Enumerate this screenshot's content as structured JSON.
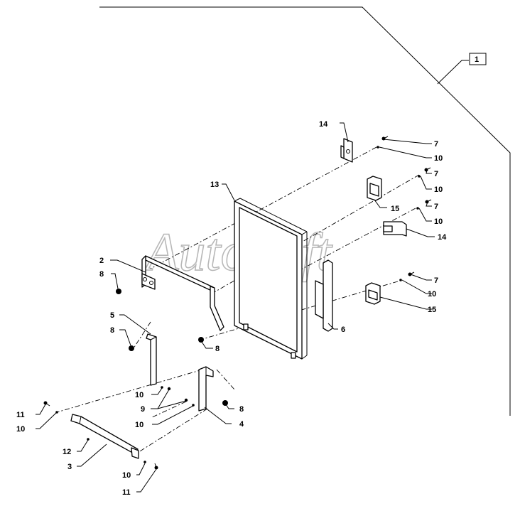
{
  "watermark": "AutoSoft",
  "callouts": {
    "c1": "1",
    "c2": "2",
    "c3": "3",
    "c4": "4",
    "c5": "5",
    "c6": "6",
    "c7a": "7",
    "c7b": "7",
    "c7c": "7",
    "c7d": "7",
    "c8a": "8",
    "c8b": "8",
    "c8c": "8",
    "c8d": "8",
    "c9": "9",
    "c10a": "10",
    "c10b": "10",
    "c10c": "10",
    "c10d": "10",
    "c10e": "10",
    "c10f": "10",
    "c10g": "10",
    "c10h": "10",
    "c11a": "11",
    "c11b": "11",
    "c12": "12",
    "c13": "13",
    "c14a": "14",
    "c14b": "14",
    "c15a": "15",
    "c15b": "15"
  }
}
